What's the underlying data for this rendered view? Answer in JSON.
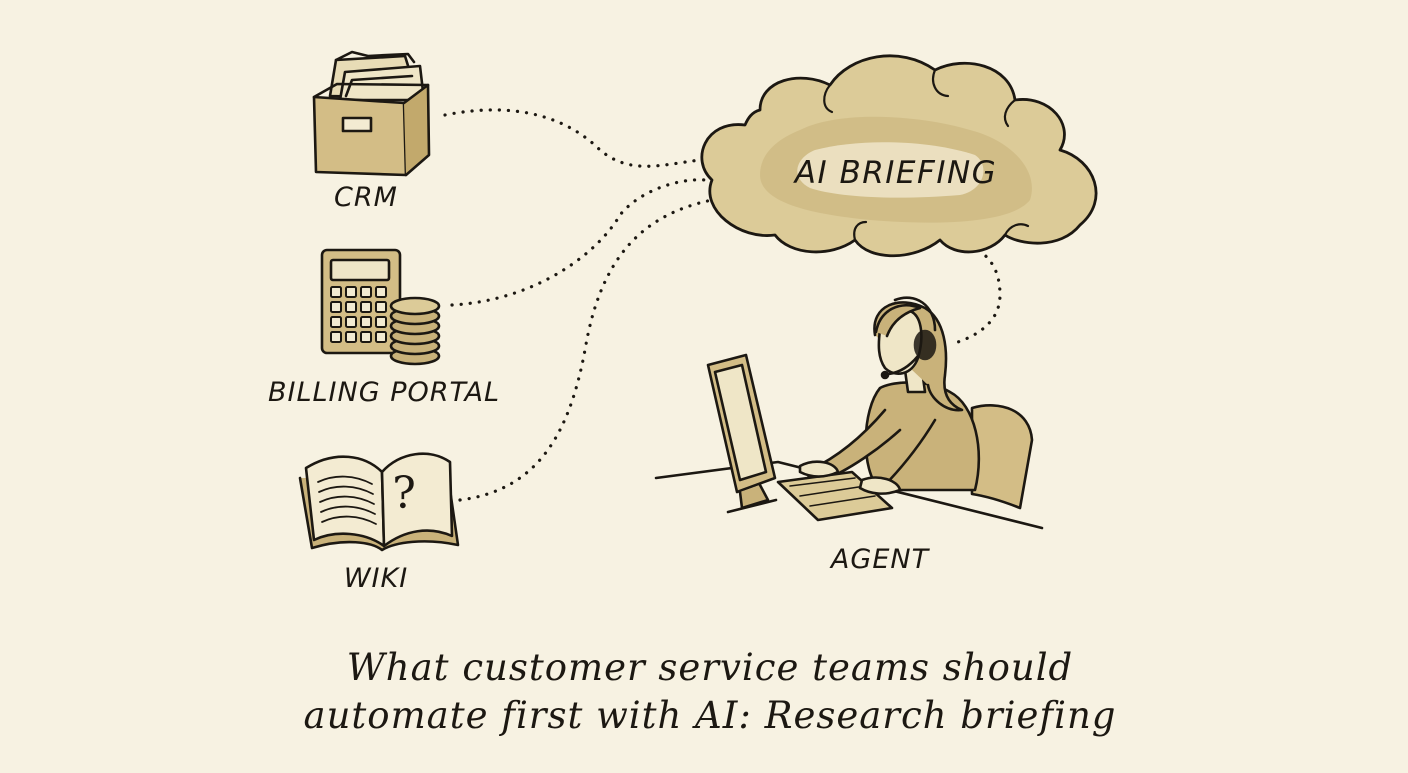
{
  "nodes": {
    "crm": {
      "label": "CRM",
      "icon": "file-box-icon"
    },
    "billing": {
      "label": "BILLING PORTAL",
      "icon": "calculator-coins-icon"
    },
    "wiki": {
      "label": "WIKI",
      "icon": "open-book-question-icon"
    },
    "hub": {
      "label": "AI BRIEFING",
      "icon": "cloud-icon"
    },
    "agent": {
      "label": "AGENT",
      "icon": "headset-agent-at-computer-icon"
    }
  },
  "title": {
    "line1": "What customer service teams should",
    "line2": "automate first with AI: Research briefing"
  },
  "colors": {
    "background": "#f7f2e2",
    "ink": "#1c1812",
    "wash": "#c9b27a",
    "wash_light": "#dccb98"
  }
}
